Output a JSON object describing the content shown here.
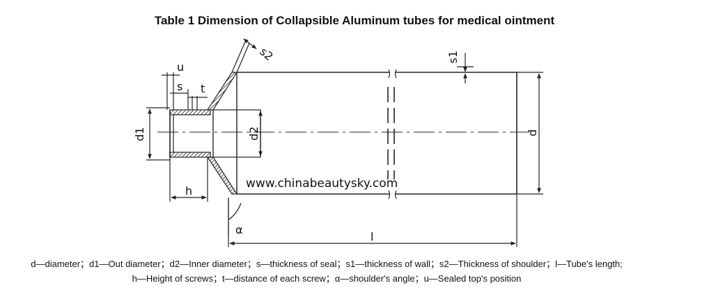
{
  "title": "Table 1 Dimension of Collapsible Aluminum tubes for medical ointment",
  "watermark": "www.chinabeautysky.com",
  "labels": {
    "u": "u",
    "s": "s",
    "t": "t",
    "s2": "s2",
    "s1": "s1",
    "d1": "d1",
    "d2": "d2",
    "d": "d",
    "h": "h",
    "alpha": "α",
    "l": "l"
  },
  "legend": {
    "line1": "d—diameter；d1—Out diameter；d2—Inner diameter；s—thickness of seal；s1—thickness of wall；s2—Thickness of shoulder；l—Tube's length;",
    "line2": "h—Height of screws；t—distance of each screw；α—shoulder's angle；u—Sealed top's position"
  },
  "colors": {
    "line": "#222222",
    "text": "#111111",
    "background": "#ffffff"
  }
}
